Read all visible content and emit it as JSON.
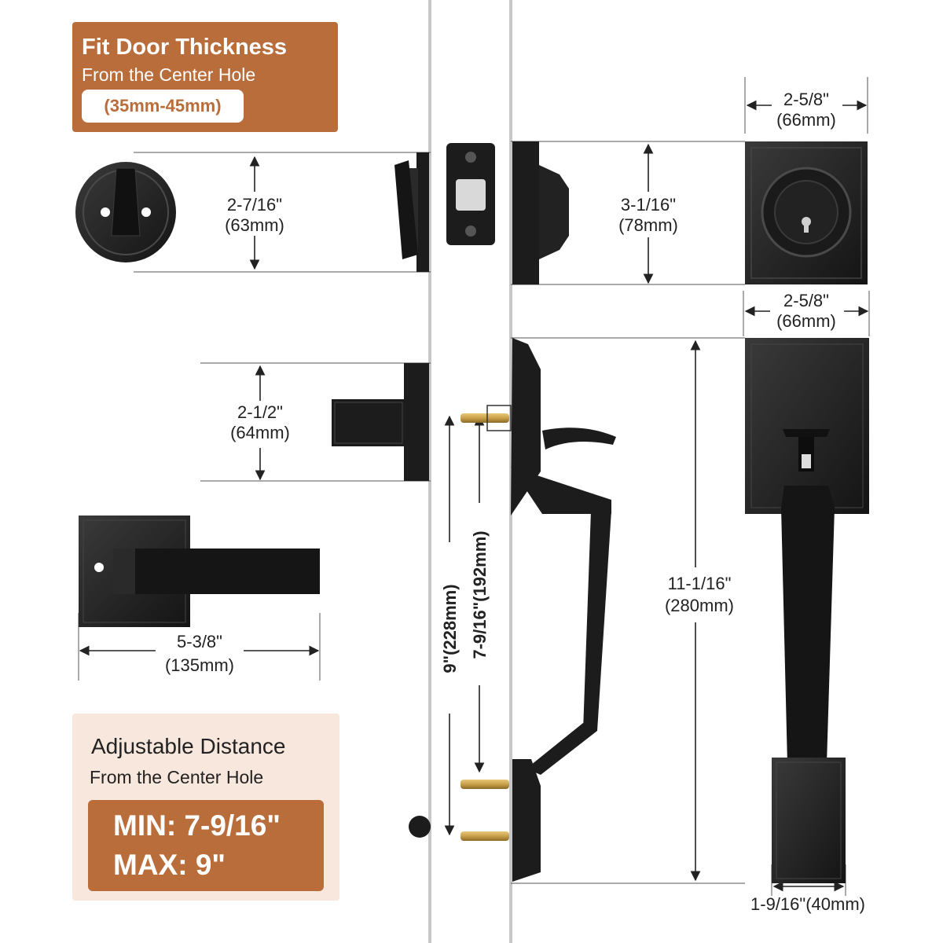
{
  "callouts": {
    "door_thickness": {
      "title": "Fit Door Thickness",
      "subtitle": "From the Center Hole",
      "range": "(35mm-45mm)"
    },
    "adjustable_distance": {
      "title": "Adjustable Distance",
      "subtitle": "From the Center Hole",
      "min": "MIN: 7-9/16\"",
      "max": "MAX: 9\""
    }
  },
  "dimensions": {
    "thumbturn_diameter": {
      "inch": "2-7/16\"",
      "mm": "(63mm)"
    },
    "deadbolt_height": {
      "inch": "3-1/16\"",
      "mm": "(78mm)"
    },
    "deadbolt_plate_width": {
      "inch": "2-5/8\"",
      "mm": "(66mm)"
    },
    "handleset_plate_width": {
      "inch": "2-5/8\"",
      "mm": "(66mm)"
    },
    "lever_rose_height": {
      "inch": "2-1/2\"",
      "mm": "(64mm)"
    },
    "lever_length": {
      "inch": "5-3/8\"",
      "mm": "(135mm)"
    },
    "handleset_height": {
      "inch": "11-1/16\"",
      "mm": "(280mm)"
    },
    "bottom_width": "1-9/16\"(40mm)",
    "screw_spacing_max": "9\"(228mm)",
    "screw_spacing_min": "7-9/16\"(192mm)"
  },
  "colors": {
    "accent": "#b96d3a",
    "cream": "#f7e7dd",
    "hardware": "#1c1c1c",
    "brass": "#c9a14a"
  }
}
